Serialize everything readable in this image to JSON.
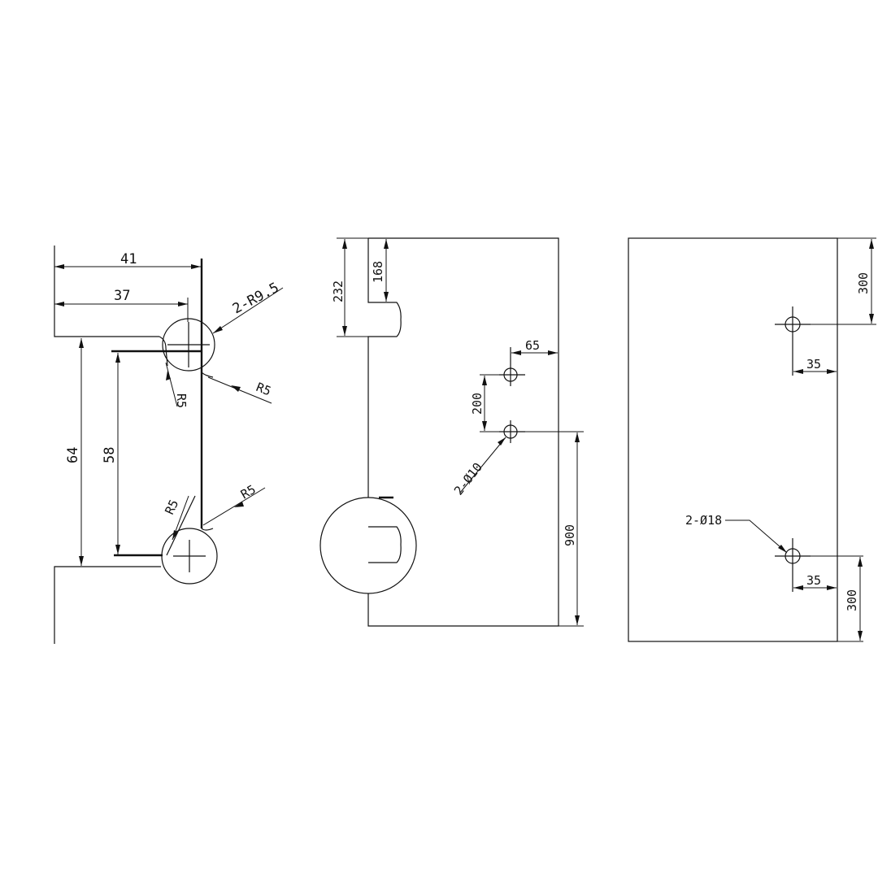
{
  "drawing": {
    "profile_view": {
      "dim_width_outer": "41",
      "dim_width_inner": "37",
      "dim_height_outer": "64",
      "dim_height_inner": "58",
      "radius_callout_top": "2-R9.5",
      "radius_r5_a": "R5",
      "radius_r5_b": "R5",
      "radius_r5_c": "R5",
      "radius_r5_d": "R5"
    },
    "door_panel_view": {
      "dim_slot_depth": "232",
      "dim_slot_top": "168",
      "dim_hole_offset": "65",
      "dim_hole_spacing": "200",
      "hole_callout": "2-Ø10",
      "dim_hole_to_bottom": "900"
    },
    "fixed_panel_view": {
      "dim_top_hole": "300",
      "dim_top_offset": "35",
      "hole_callout": "2-Ø18",
      "dim_bottom_offset": "35",
      "dim_bottom_hole": "300"
    }
  }
}
